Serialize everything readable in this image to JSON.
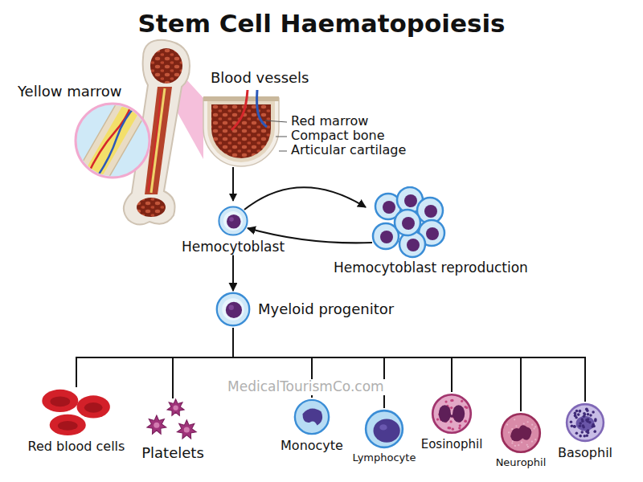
{
  "diagram": {
    "title": "Stem Cell Haematopoiesis",
    "nodes": [
      {
        "text": [
          "Hemocytoblast"
        ]
      },
      {
        "text": [
          "Hemocytoblast reproduction"
        ]
      },
      {
        "text": [
          "Myeloid progenitor"
        ]
      },
      {
        "text": [
          "Red blood cells"
        ]
      },
      {
        "text": [
          "Platelets"
        ]
      },
      {
        "text": [
          "Monocyte"
        ]
      },
      {
        "text": [
          "Lymphocyte"
        ]
      },
      {
        "text": [
          "Eosinophil"
        ]
      },
      {
        "text": [
          "Neurophil"
        ]
      },
      {
        "text": [
          "Basophil"
        ]
      }
    ],
    "edges": [
      {
        "from": 0,
        "to": 1,
        "arrow": "to"
      },
      {
        "from": 1,
        "to": 0,
        "arrow": "to"
      },
      {
        "from": 0,
        "to": 2,
        "arrow": "to"
      },
      {
        "from": 2,
        "to": 3,
        "arrow": "none"
      },
      {
        "from": 2,
        "to": 4,
        "arrow": "none"
      },
      {
        "from": 2,
        "to": 5,
        "arrow": "none"
      },
      {
        "from": 2,
        "to": 6,
        "arrow": "none"
      },
      {
        "from": 2,
        "to": 7,
        "arrow": "none"
      },
      {
        "from": 2,
        "to": 8,
        "arrow": "none"
      },
      {
        "from": 2,
        "to": 9,
        "arrow": "none"
      }
    ],
    "labels": [
      "Yellow marrow",
      "Blood vessels",
      "Red marrow",
      "Compact bone",
      "Articular cartilage",
      "MedicalTourismCo.com"
    ]
  }
}
